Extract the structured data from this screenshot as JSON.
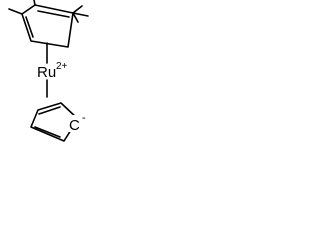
{
  "molecule": {
    "metal": {
      "symbol": "Ru",
      "charge": "2+"
    },
    "carbanion": {
      "symbol": "C",
      "charge": "-"
    }
  }
}
